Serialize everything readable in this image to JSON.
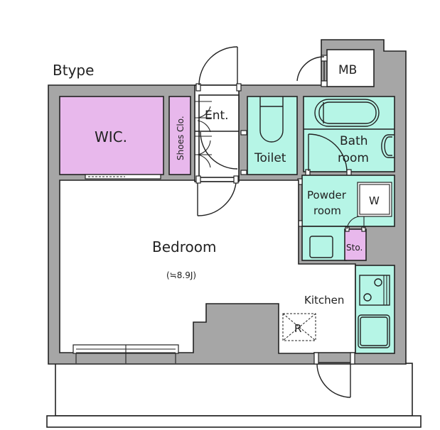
{
  "plan": {
    "type_label": "Btype",
    "colors": {
      "wall": "#a6a6a6",
      "storage": "#e8b8ec",
      "wet_area": "#b6f5e6",
      "floor": "#ffffff"
    },
    "rooms": {
      "wic": "WIC.",
      "shoes_closet": "Shoes Clo.",
      "entrance": "Ent.",
      "toilet": "Toilet",
      "bath_line1": "Bath",
      "bath_line2": "room",
      "meter_box": "MB",
      "powder_line1": "Powder",
      "powder_line2": "room",
      "washer": "W",
      "storage": "Sto.",
      "bedroom": "Bedroom",
      "bedroom_area": "(≒8.9J)",
      "kitchen": "Kitchen",
      "refrigerator": "R"
    }
  }
}
